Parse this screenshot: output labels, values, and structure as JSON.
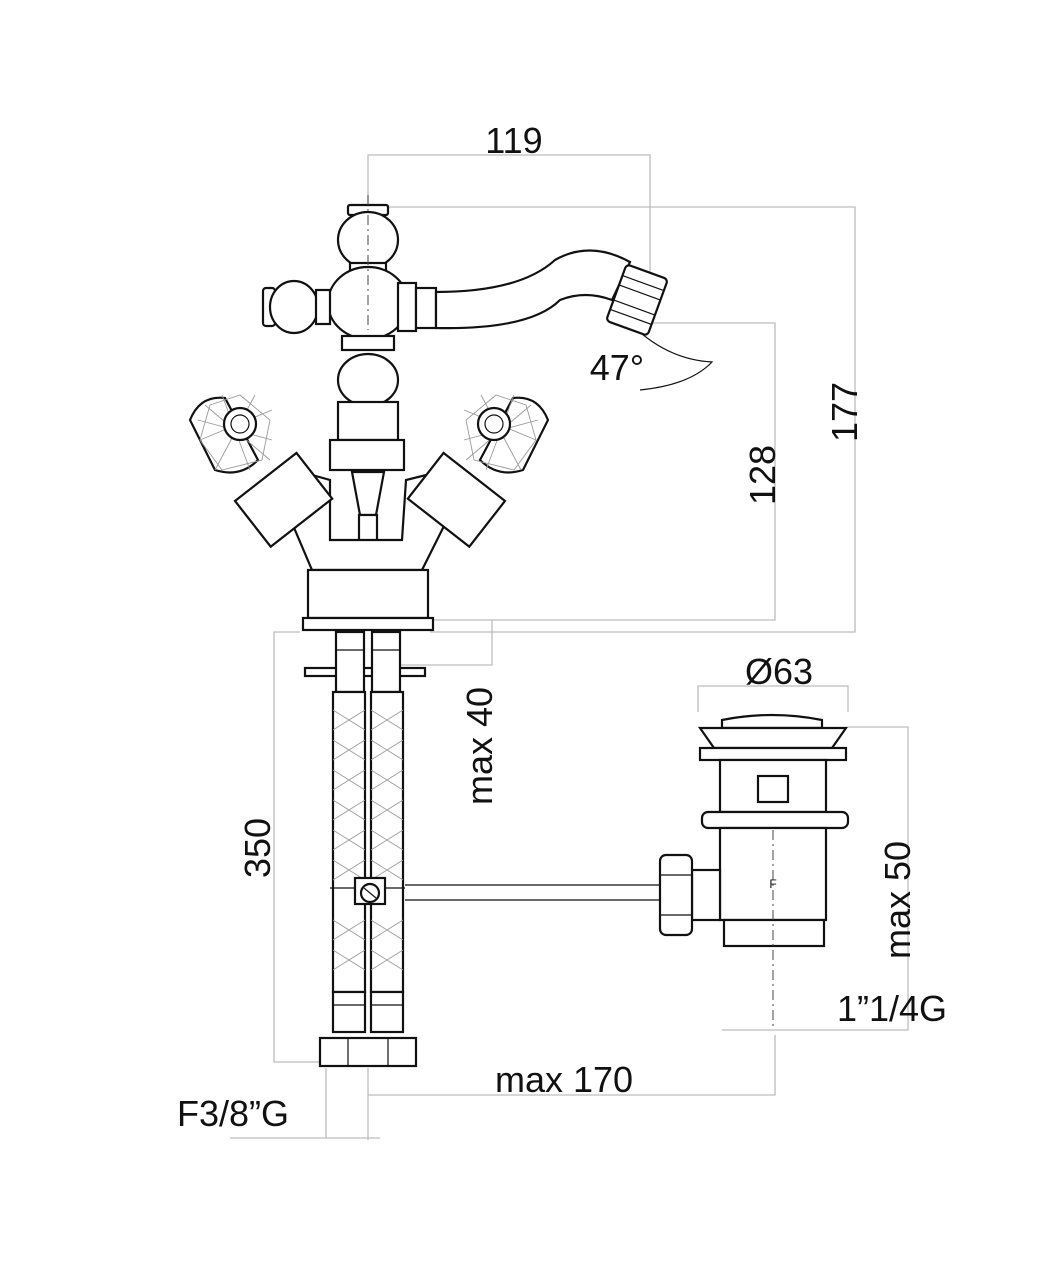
{
  "dimensions": {
    "spout_reach": "119",
    "total_height": "177",
    "spout_height": "128",
    "spout_angle": "47°",
    "waste_diameter": "Ø63",
    "max_tap_thread": "max 40",
    "hose_length": "350",
    "waste_thread_length": "max 50",
    "waste_thread": "1”1/4G",
    "rod_length": "max 170",
    "hose_connection": "F3/8”G"
  },
  "waste_body_mark": "F"
}
